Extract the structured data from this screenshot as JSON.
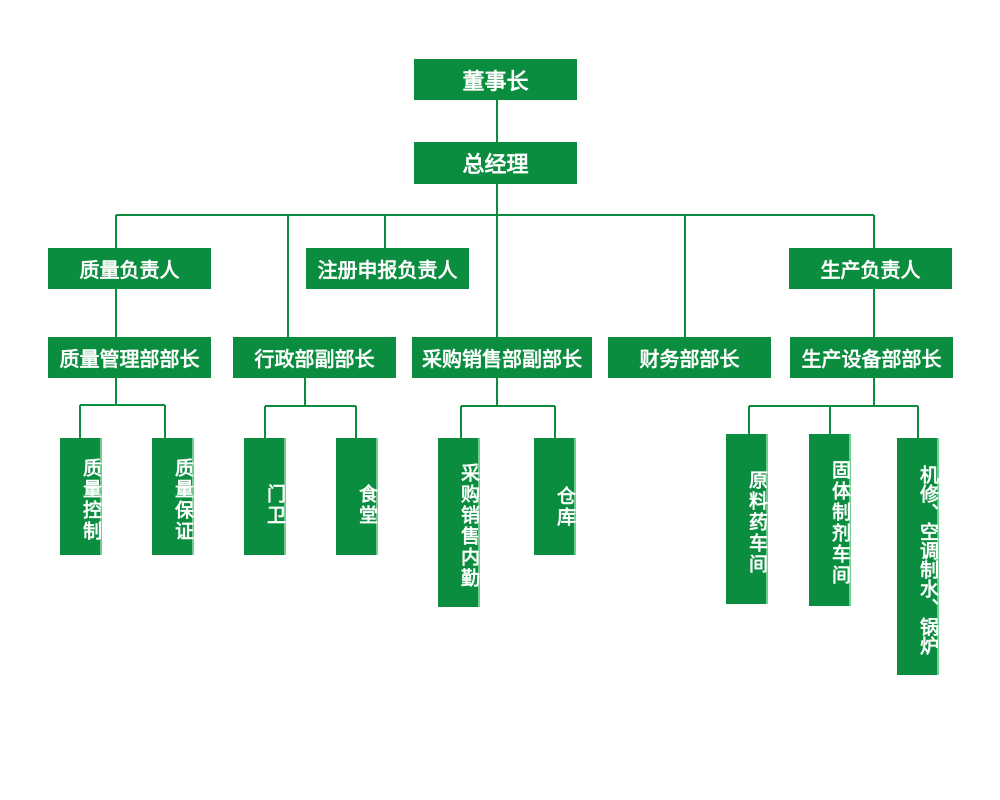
{
  "colors": {
    "box": "#0b8d3f",
    "line": "#0b8d3f",
    "text": "#ffffff"
  },
  "nodes": {
    "chairman": "董事长",
    "general_manager": "总经理",
    "quality_head": "质量负责人",
    "registration_head": "注册申报负责人",
    "production_head": "生产负责人",
    "quality_mgmt_dept": "质量管理部部长",
    "admin_deputy": "行政部副部长",
    "purchase_sales_deputy": "采购销售部副部长",
    "finance_dept": "财务部部长",
    "production_equipment_dept": "生产设备部部长",
    "quality_control": "质量控制",
    "quality_assurance": "质量保证",
    "guard": "门卫",
    "canteen": "食堂",
    "purchase_sales_internal": "采购销售内勤",
    "warehouse": "仓库",
    "raw_material_workshop": "原料药车间",
    "solid_preparation_workshop": "固体制剂车间",
    "maintenance_hvac_boiler": "机修、空调制水、锅炉"
  }
}
